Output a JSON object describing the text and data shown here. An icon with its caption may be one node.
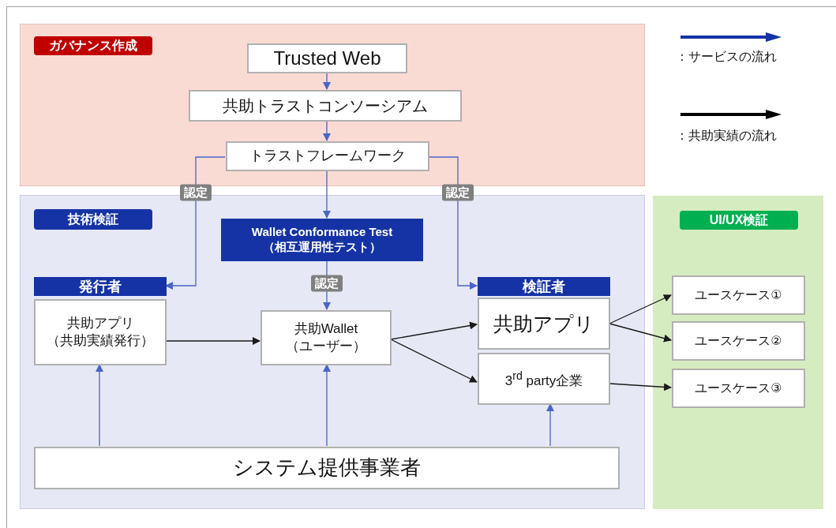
{
  "diagram": {
    "nodes": [
      {
        "text": [
          "ガバナンス作成"
        ]
      },
      {
        "text": [
          "Trusted Web"
        ],
        "in": 0
      },
      {
        "text": [
          "共助トラストコンソーシアム"
        ],
        "in": 0
      },
      {
        "text": [
          "トラストフレームワーク"
        ],
        "in": 0
      },
      {
        "text": [
          "技術検証"
        ]
      },
      {
        "text": [
          "Wallet Conformance Test（相互運用性テスト）"
        ],
        "in": 4
      },
      {
        "text": [
          "発行者",
          "共助アプリ（共助実績発行）"
        ],
        "in": 4
      },
      {
        "text": [
          "共助Wallet（ユーザー）"
        ],
        "in": 4
      },
      {
        "text": [
          "検証者",
          "共助アプリ"
        ],
        "in": 4
      },
      {
        "text": [
          "3$^{rd}$ party企業"
        ],
        "in": 4
      },
      {
        "text": [
          "システム提供事業者"
        ],
        "in": 4
      },
      {
        "text": [
          "UI/UX検証"
        ]
      },
      {
        "text": [
          "ユースケース①"
        ],
        "in": 11
      },
      {
        "text": [
          "ユースケース②"
        ],
        "in": 11
      },
      {
        "text": [
          "ユースケース③"
        ],
        "in": 11
      }
    ],
    "edges": [
      {
        "from": 1,
        "to": 2,
        "arrow": "to"
      },
      {
        "from": 2,
        "to": 3,
        "arrow": "to"
      },
      {
        "from": 3,
        "to": 6,
        "arrow": "to",
        "label": "認定"
      },
      {
        "from": 3,
        "to": 5,
        "arrow": "to"
      },
      {
        "from": 3,
        "to": 8,
        "arrow": "to",
        "label": "認定"
      },
      {
        "from": 5,
        "to": 7,
        "arrow": "to",
        "label": "認定"
      },
      {
        "from": 6,
        "to": 7,
        "arrow": "to",
        "color": "#1a1a1a"
      },
      {
        "from": 7,
        "to": 8,
        "arrow": "to",
        "color": "#1a1a1a"
      },
      {
        "from": 7,
        "to": 9,
        "arrow": "to",
        "color": "#1a1a1a"
      },
      {
        "from": 8,
        "to": 12,
        "arrow": "to",
        "color": "#1a1a1a"
      },
      {
        "from": 8,
        "to": 13,
        "arrow": "to",
        "color": "#1a1a1a"
      },
      {
        "from": 9,
        "to": 14,
        "arrow": "to",
        "color": "#1a1a1a"
      },
      {
        "from": 10,
        "to": 6,
        "arrow": "to"
      },
      {
        "from": 10,
        "to": 7,
        "arrow": "to"
      },
      {
        "from": 10,
        "to": 9,
        "arrow": "to"
      }
    ],
    "legend": [
      {
        "text": "：サービスの流れ"
      },
      {
        "text": "：共助実績の流れ"
      }
    ]
  }
}
